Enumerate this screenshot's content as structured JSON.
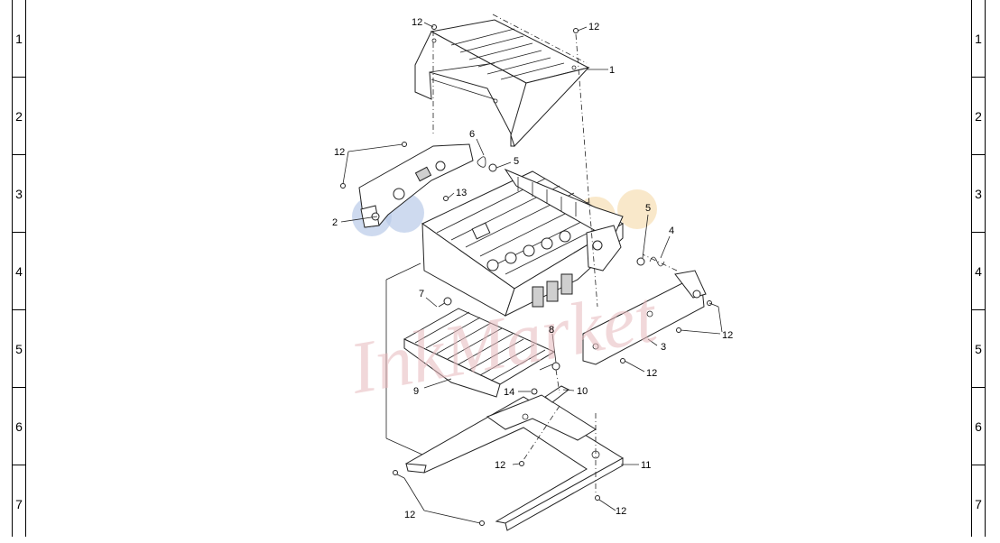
{
  "grid_rows_left": [
    "1",
    "2",
    "3",
    "4",
    "5",
    "6",
    "7"
  ],
  "grid_rows_right": [
    "1",
    "2",
    "3",
    "4",
    "5",
    "6",
    "7"
  ],
  "callouts": {
    "c12_tl": "12",
    "c12_tr": "12",
    "c1": "1",
    "c12_ml": "12",
    "c6": "6",
    "c5_a": "5",
    "c13": "13",
    "c2": "2",
    "c5_b": "5",
    "c4": "4",
    "c7": "7",
    "c8": "8",
    "c12_r": "12",
    "c3": "3",
    "c12_mr": "12",
    "c9": "9",
    "c14": "14",
    "c10": "10",
    "c12_b1": "12",
    "c11": "11",
    "c12_bl": "12",
    "c12_br": "12"
  },
  "watermark": "InkMarket",
  "colors": {
    "line": "#222222",
    "watermark": "#e7b9bd",
    "blue_glow": "#b9cbe8",
    "orange_glow": "#f5d9a6"
  }
}
